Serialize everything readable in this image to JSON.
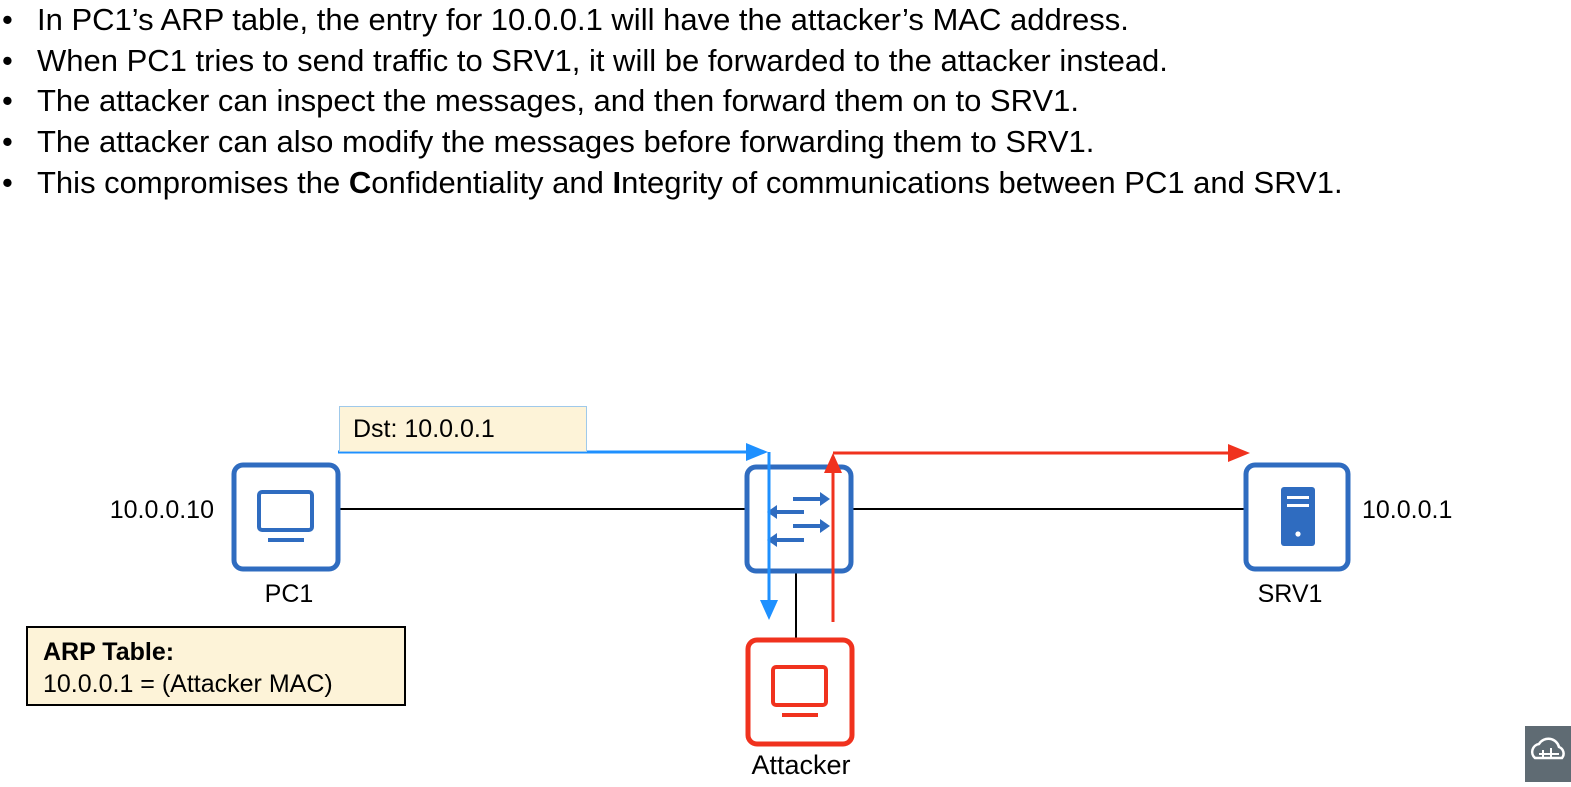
{
  "bullets": [
    {
      "text": "In PC1’s ARP table, the entry for 10.0.0.1 will have the attacker’s MAC address."
    },
    {
      "text": "When PC1 tries to send traffic to SRV1, it will be forwarded to the attacker instead."
    },
    {
      "text": "The attacker can inspect the messages, and then forward them on to SRV1."
    },
    {
      "text": "The attacker can also modify the messages before forwarding them to SRV1."
    },
    {
      "parts": [
        "This compromises the ",
        "C",
        "onfidentiality and ",
        "I",
        "ntegrity of communications between PC1 and SRV1."
      ]
    }
  ],
  "bullet_char": "•",
  "nodes": {
    "pc1": {
      "label": "PC1",
      "ip": "10.0.0.10"
    },
    "srv1": {
      "label": "SRV1",
      "ip": "10.0.0.1"
    },
    "attacker": {
      "label": "Attacker"
    }
  },
  "arp_table": {
    "title": "ARP Table:",
    "entry": "10.0.0.1 = (Attacker MAC)"
  },
  "dst_label": "Dst: 10.0.0.1",
  "colors": {
    "device_blue": "#2f6cc0",
    "attacker_red": "#f0321e",
    "flow_blue": "#1e90ff",
    "flow_red": "#f0321e",
    "label_fill": "#fdf3d8"
  },
  "icons": {
    "pc1": "monitor-icon",
    "switch": "switch-arrows-icon",
    "srv1": "server-icon",
    "attacker": "monitor-icon",
    "watermark": "cloud-logo-icon"
  }
}
